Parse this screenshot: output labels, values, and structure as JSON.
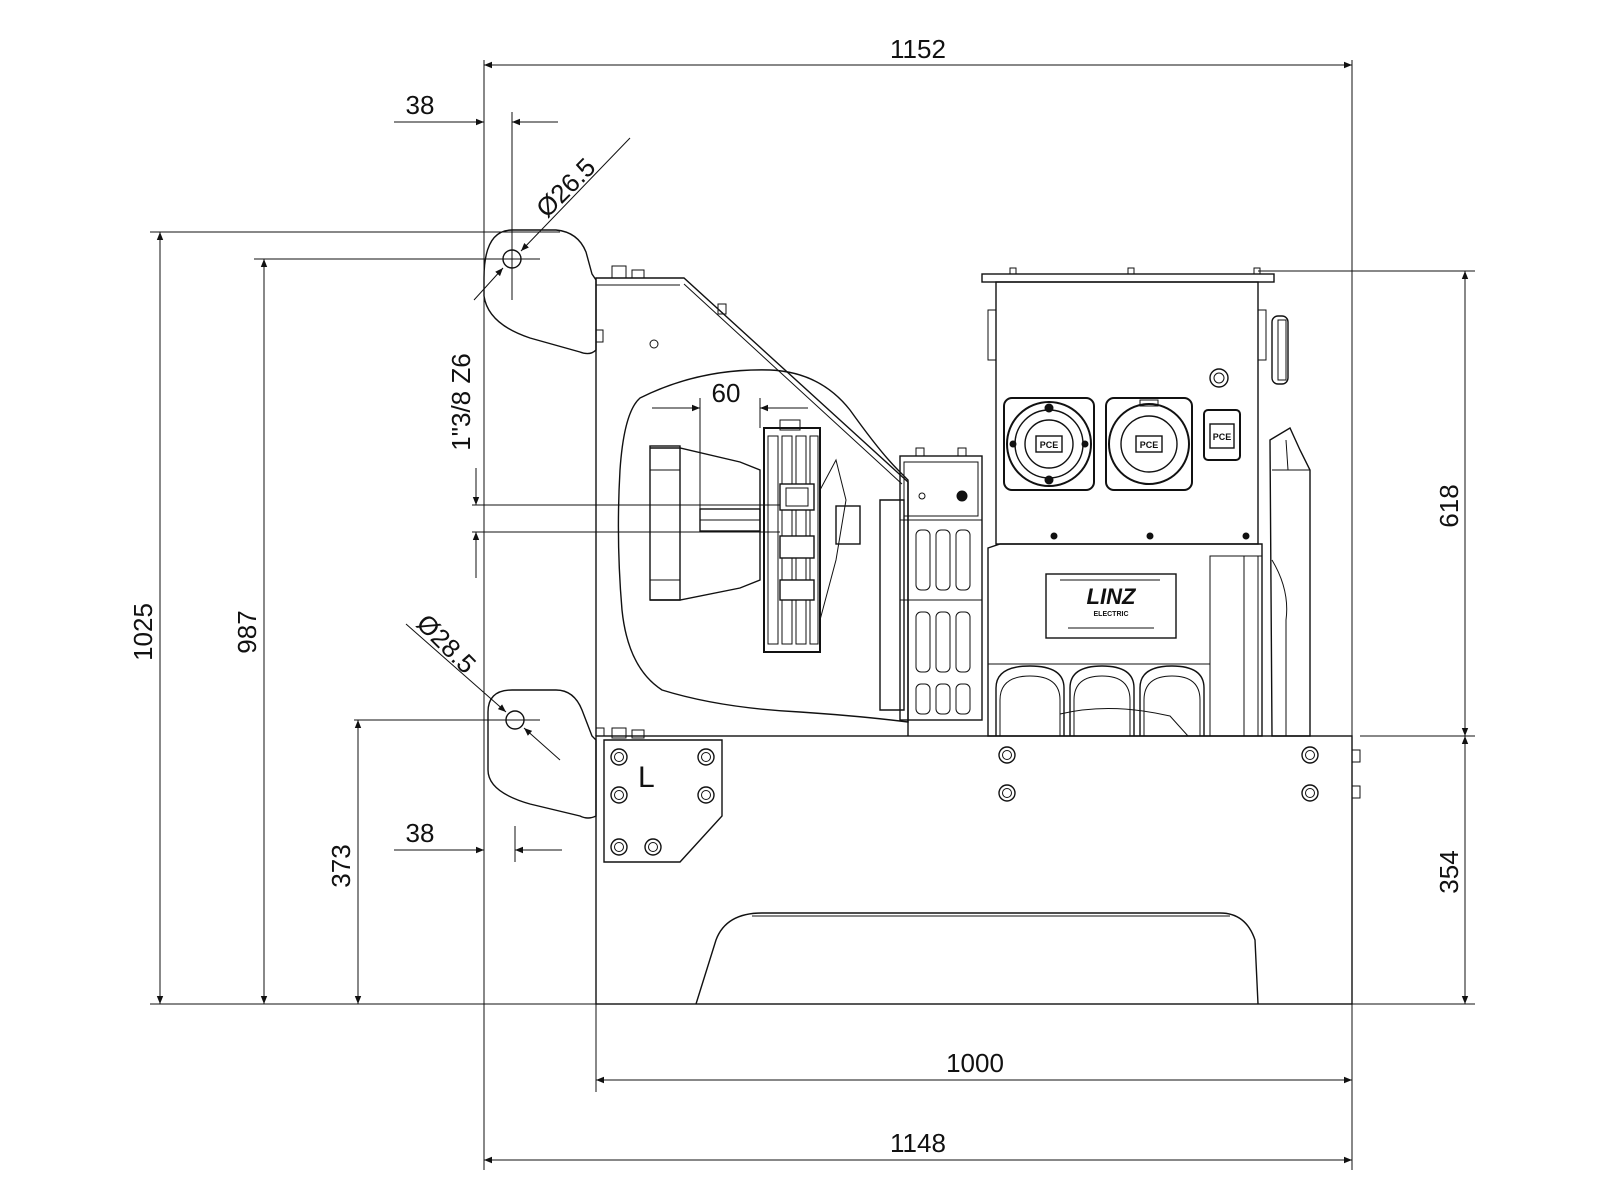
{
  "dimensions": {
    "overall_width_top": "1152",
    "mount_offset_top": "38",
    "hole_dia_top": "Ø26.5",
    "shaft_thread": "1\"3/8 Z6",
    "flange_depth": "60",
    "hole_dia_bottom": "Ø28.5",
    "mount_offset_bottom": "38",
    "overall_height": "1025",
    "mount_height_top": "987",
    "mount_height_bottom": "373",
    "alternator_height": "618",
    "base_height": "354",
    "base_width": "1000",
    "overall_width_bottom": "1148"
  },
  "labels": {
    "brand": "LINZ",
    "brand_sub": "ELECTRIC",
    "base_corner_mark": "L",
    "socket_1": "PCE",
    "socket_2": "PCE",
    "socket_3": "PCE"
  },
  "colors": {
    "line": "#111111",
    "background": "#ffffff"
  }
}
